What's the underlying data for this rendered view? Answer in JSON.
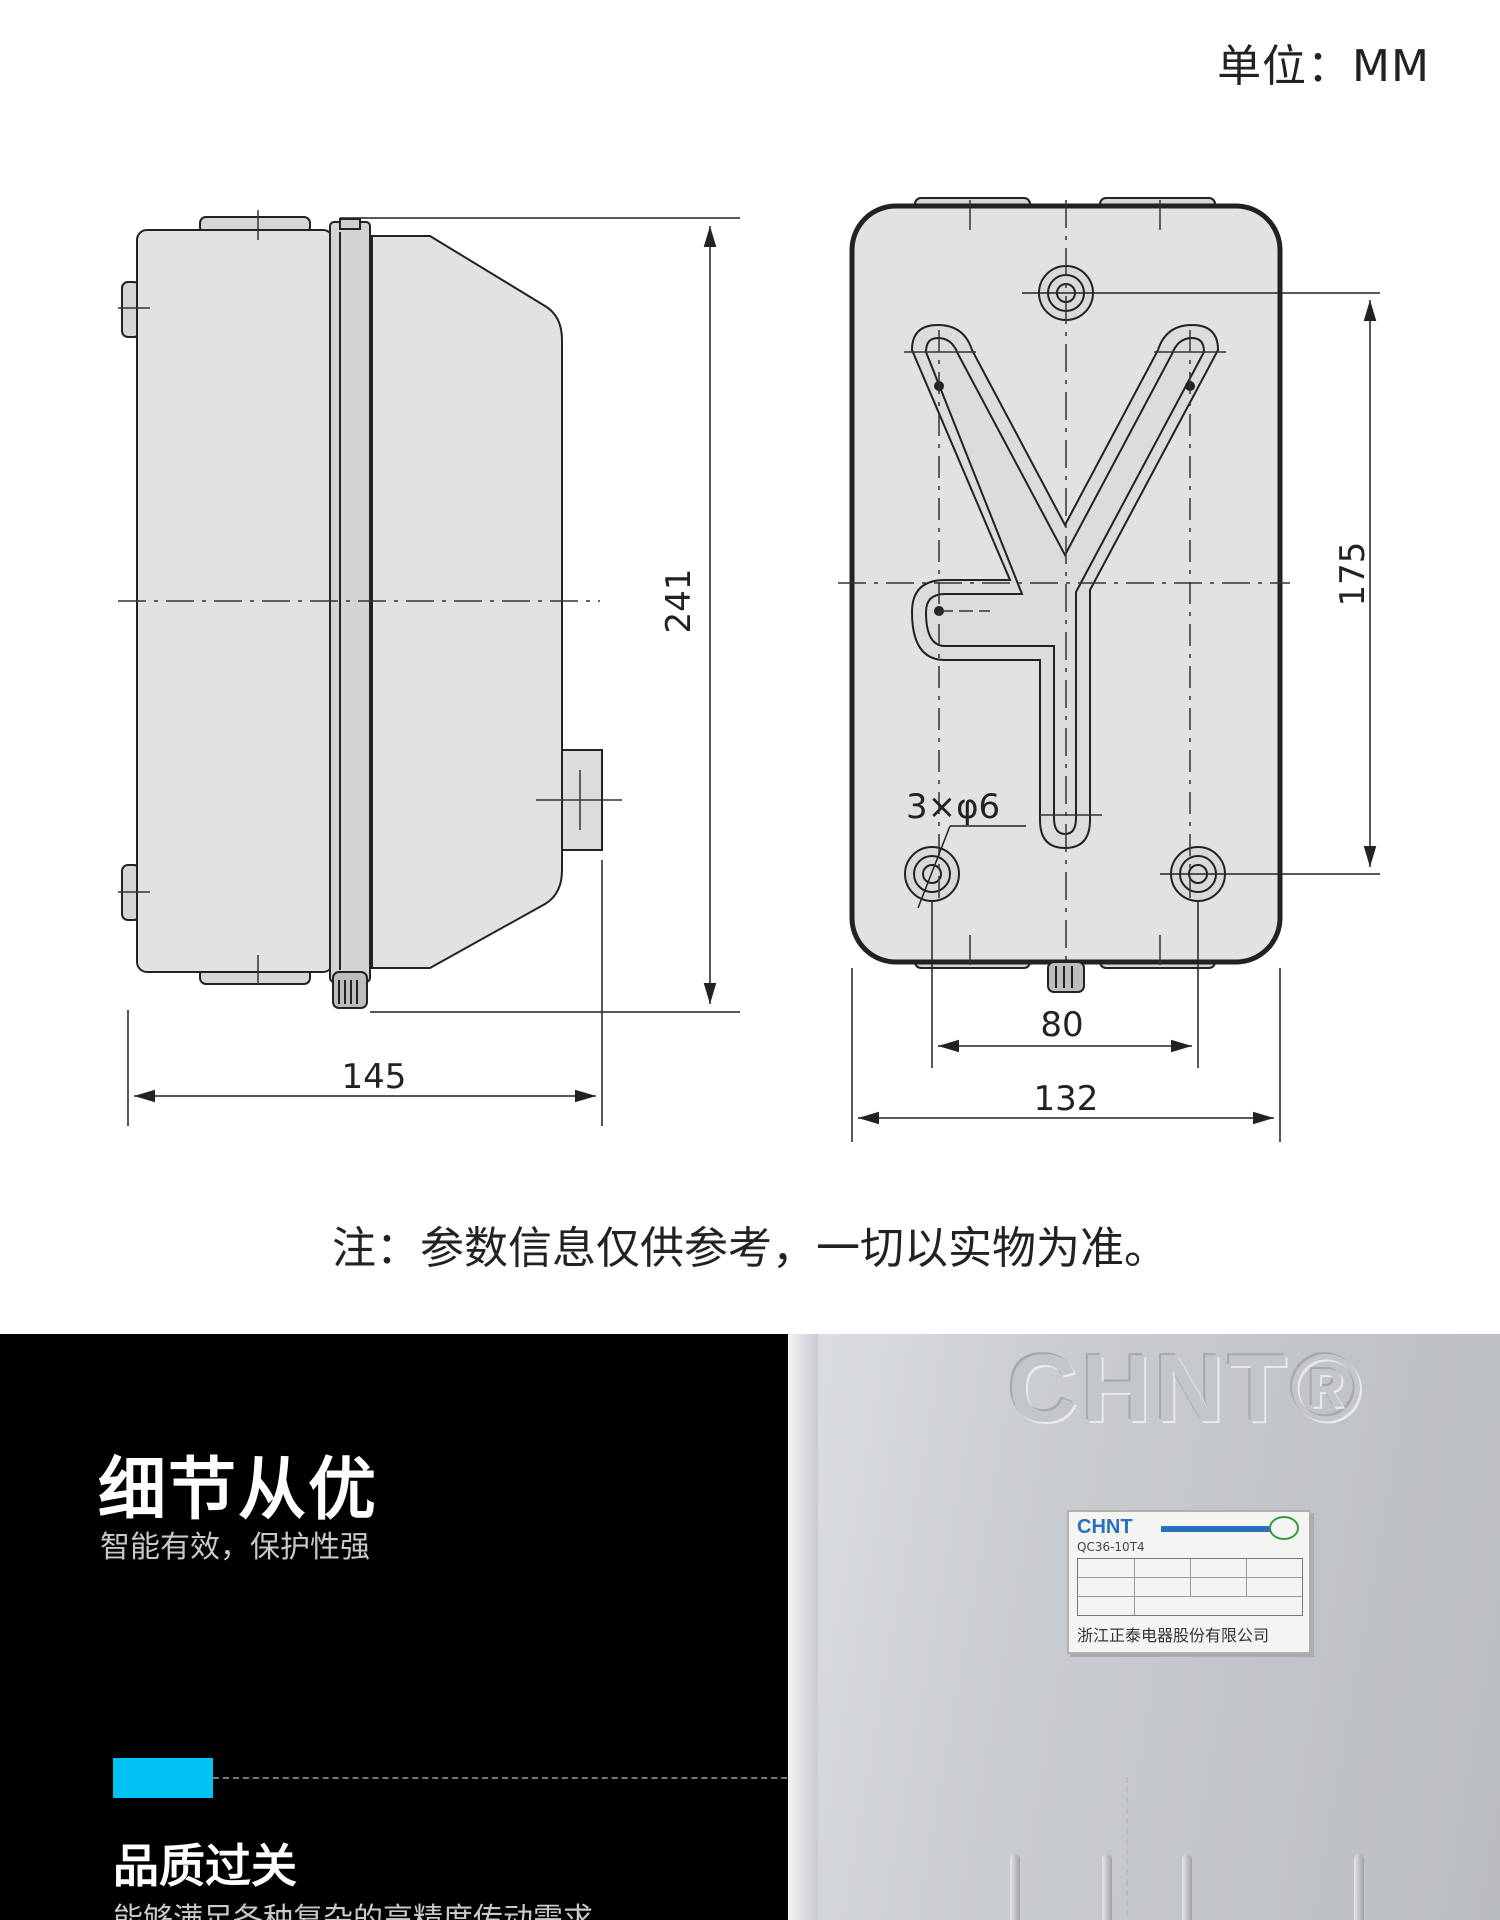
{
  "header": {
    "unit_label": "单位：MM"
  },
  "drawing": {
    "dim_height_side": "241",
    "dim_width_side": "145",
    "dim_mount_vertical": "175",
    "dim_mount_horizontal": "80",
    "dim_width_front": "132",
    "hole_label": "3×φ6"
  },
  "note": "注：参数信息仅供参考，一切以实物为准。",
  "detail": {
    "title": "细节从优",
    "subtitle": "智能有效，保护性强",
    "quality_title": "品质过关",
    "quality_subtitle": "能够满足各种复杂的高精度传动需求",
    "accent_color": "#00c3f3"
  },
  "product": {
    "brand": "CHNT®",
    "nameplate_brand": "CHNT",
    "nameplate_model": "QC36-10T4",
    "nameplate_company": "浙江正泰电器股份有限公司"
  }
}
